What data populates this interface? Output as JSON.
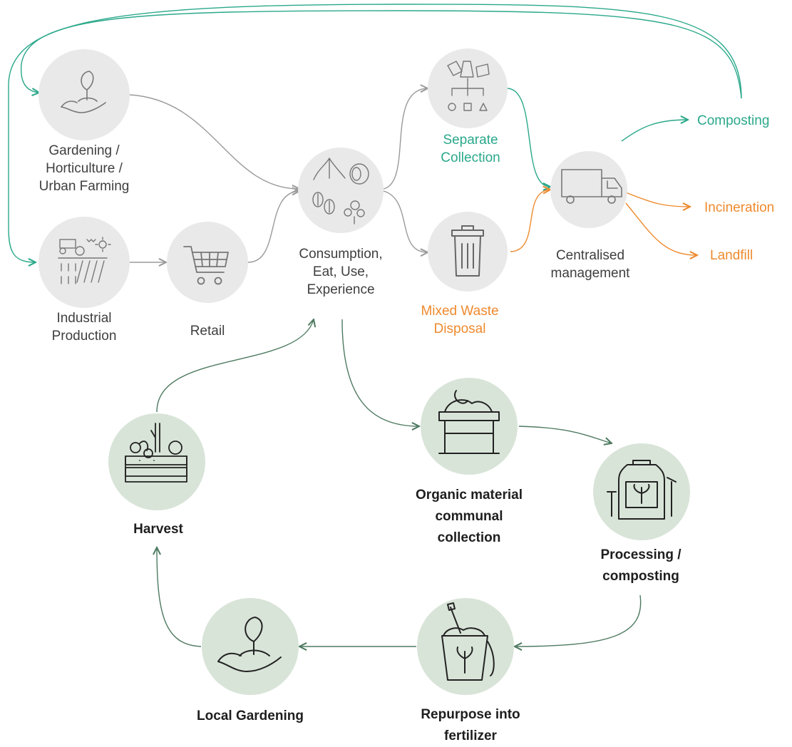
{
  "colors": {
    "linear_line": "#9a9a9a",
    "teal": "#2aa88a",
    "orange": "#ee8a2e",
    "loop_line": "#4e7a60",
    "linear_circle": "#e9e9e9",
    "loop_circle": "#d8e4d8",
    "icon_gray": "#777777",
    "icon_dark": "#222222"
  },
  "nodes": {
    "gardening": {
      "label": "Gardening /\nHorticulture /\nUrban Farming",
      "icon": "hand-sprout-icon"
    },
    "industrial": {
      "label": "Industrial\nProduction",
      "icon": "tractor-field-icon"
    },
    "retail": {
      "label": "Retail",
      "icon": "shopping-cart-icon"
    },
    "consumption": {
      "label": "Consumption,\nEat, Use,\nExperience",
      "icon": "food-waste-icon"
    },
    "separate": {
      "label": "Separate\nCollection",
      "icon": "sorting-icon"
    },
    "mixed": {
      "label": "Mixed Waste\nDisposal",
      "icon": "trash-bin-icon"
    },
    "centralised": {
      "label": "Centralised\nmanagement",
      "icon": "truck-icon"
    },
    "organic": {
      "label": "Organic material\ncommunal\ncollection",
      "icon": "compost-bin-icon"
    },
    "processing": {
      "label": "Processing /\ncomposting",
      "icon": "compost-machine-icon"
    },
    "repurpose": {
      "label": "Repurpose into\nfertilizer",
      "icon": "fertilizer-bucket-icon"
    },
    "local": {
      "label": "Local Gardening",
      "icon": "hand-sprout-icon"
    },
    "harvest": {
      "label": "Harvest",
      "icon": "harvest-crate-icon"
    }
  },
  "outcomes": {
    "composting": "Composting",
    "incineration": "Incineration",
    "landfill": "Landfill"
  }
}
